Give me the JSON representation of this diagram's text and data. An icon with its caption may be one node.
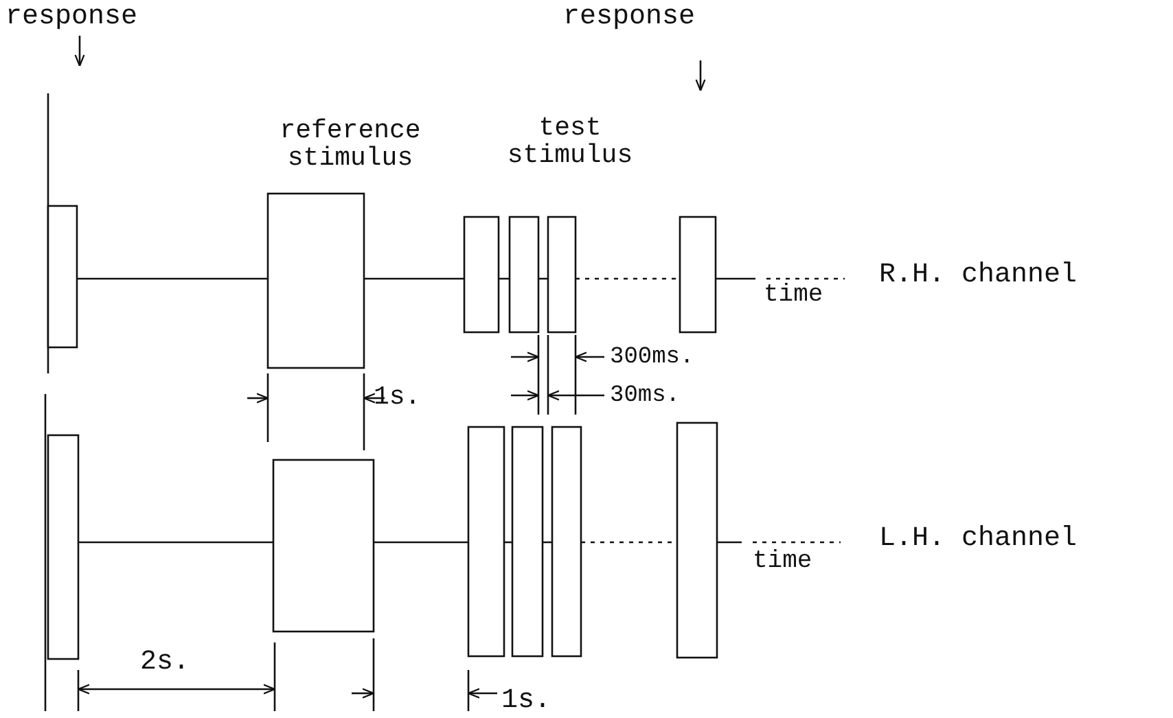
{
  "diagram": {
    "labels": [
      "response",
      "response",
      "reference stimulus",
      "test stimulus",
      "R.H. channel",
      "time",
      "300ms.",
      "1s.",
      "30ms.",
      "L.H. channel",
      "time",
      "2s.",
      "1s."
    ]
  }
}
